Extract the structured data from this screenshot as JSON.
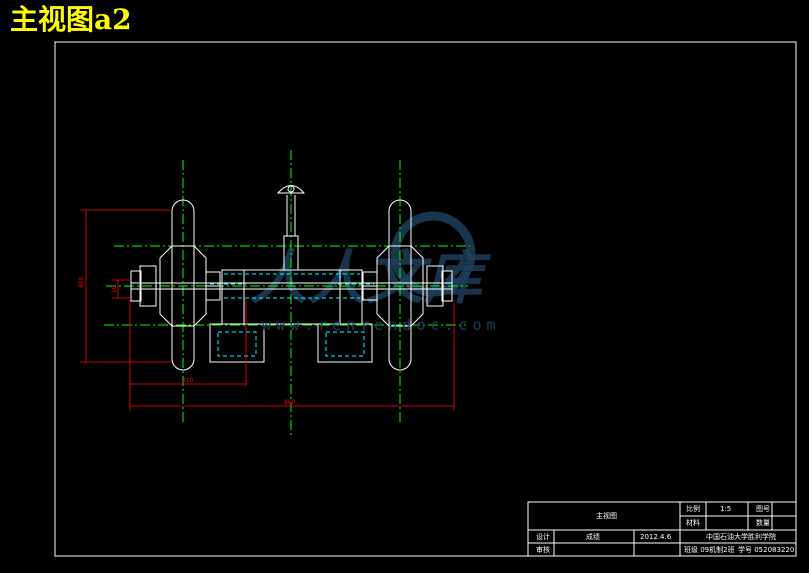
{
  "title": "主视图a2",
  "watermark": {
    "chars": "人人文库",
    "url": "www.renrendoc.com"
  },
  "dimensions": {
    "height": "400",
    "offset": "10",
    "center_width": "310",
    "total_width": "860"
  },
  "title_block": {
    "drawing_name": "主视图",
    "scale_label": "比例",
    "scale_value": "1:5",
    "sheet_label": "图号",
    "designer_label": "设计",
    "designer": "成绩",
    "date": "2012.4.6",
    "checker_label": "审核",
    "material_label": "材料",
    "qty_label": "数量",
    "school": "中国石油大学胜利学院",
    "class_info": "班级 09机制2班",
    "student_id": "学号 052083220"
  },
  "colors": {
    "outline": "#ffffff",
    "center_line": "#00ff00",
    "dimension": "#ff0000",
    "hidden": "#00ffff",
    "title": "#ffff00"
  }
}
